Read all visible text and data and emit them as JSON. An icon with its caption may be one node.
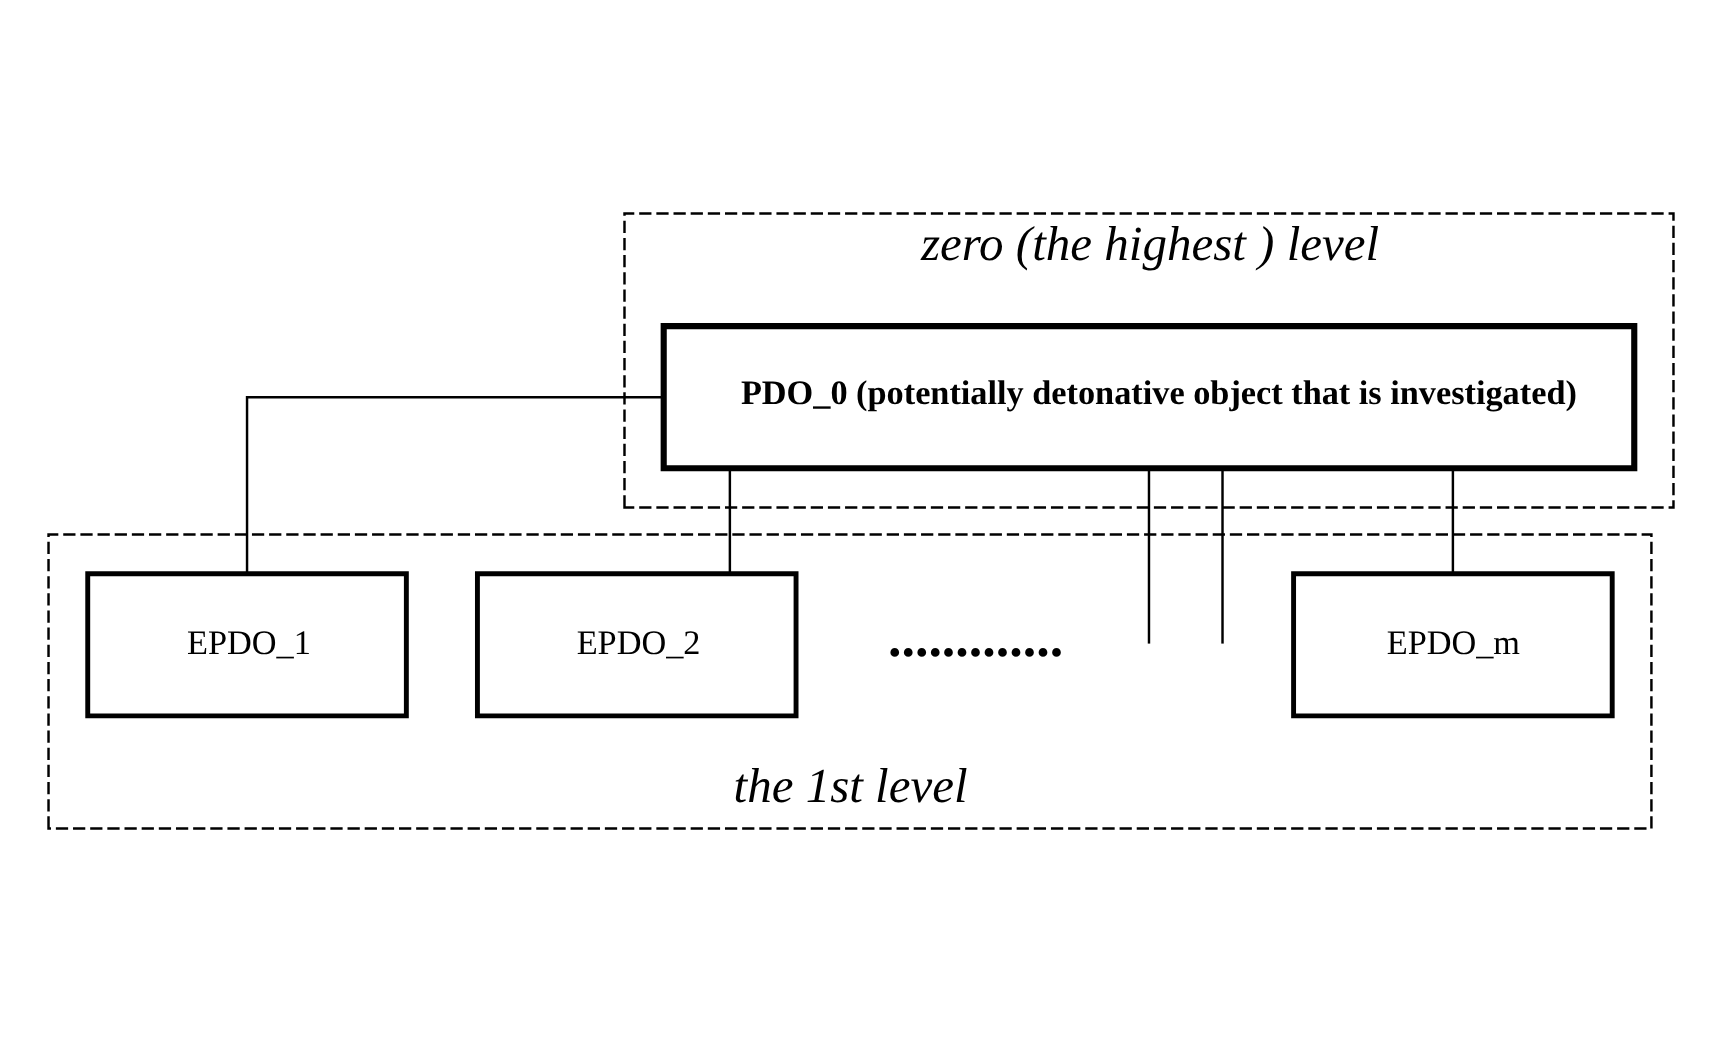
{
  "diagram": {
    "nodes": [
      {
        "text": [
          "zero (the highest ) level"
        ]
      },
      {
        "text": [
          "PDO_0 (potentially detonative object that is investigated)"
        ],
        "in": 0
      },
      {
        "text": [
          "the 1st level"
        ]
      },
      {
        "text": [
          "EPDO_1"
        ],
        "in": 2
      },
      {
        "text": [
          "EPDO_2"
        ],
        "in": 2
      },
      {
        "text": [
          "EPDO_m"
        ],
        "in": 2
      }
    ],
    "edges": [
      {
        "from": 1,
        "to": 3,
        "arrow": "none"
      },
      {
        "from": 1,
        "to": 4,
        "arrow": "none"
      },
      {
        "from": 1,
        "to": null,
        "arrow": "none"
      },
      {
        "from": 1,
        "to": null,
        "arrow": "none"
      },
      {
        "from": 1,
        "to": 5,
        "arrow": "none"
      }
    ],
    "labels": [
      "............."
    ]
  }
}
